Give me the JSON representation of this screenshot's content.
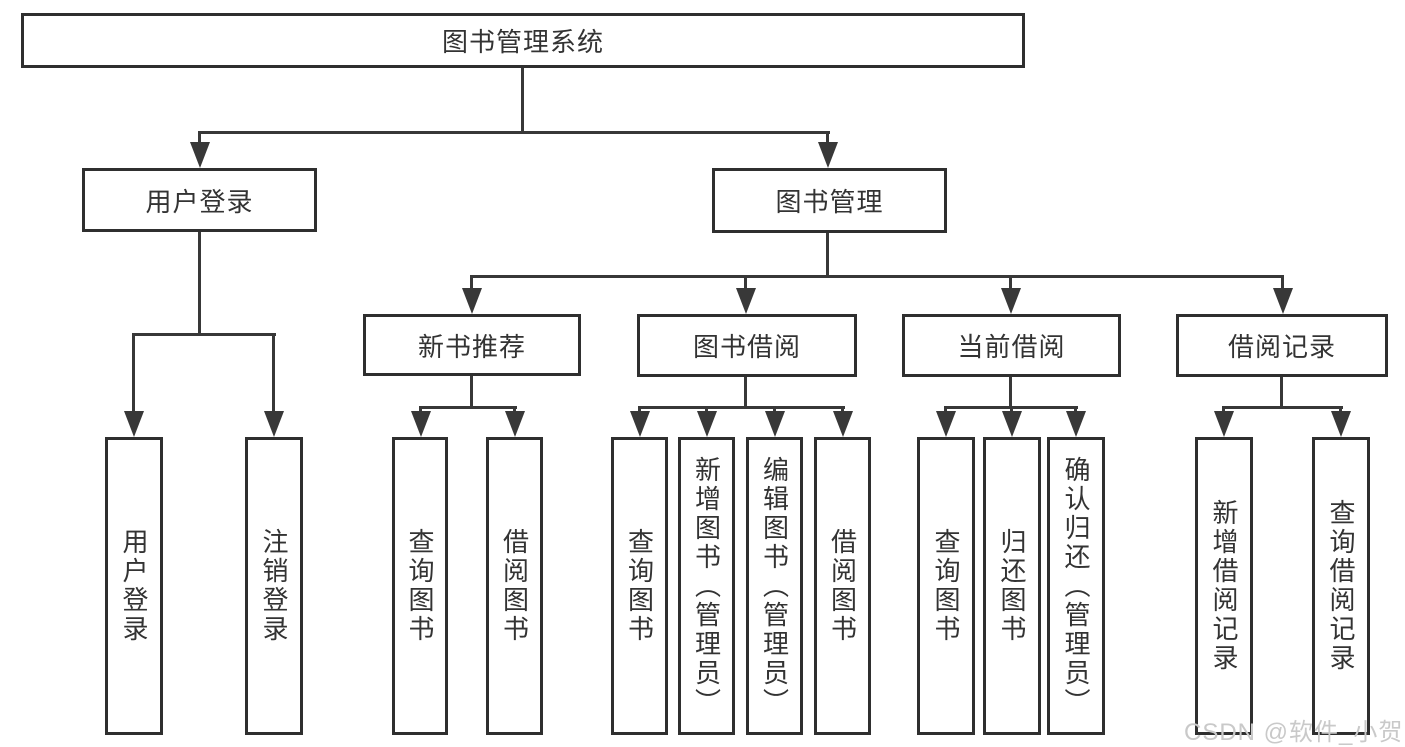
{
  "tree": {
    "root": {
      "label": "图书管理系统",
      "children": [
        {
          "label": "用户登录",
          "children": [
            {
              "label": "用户登录"
            },
            {
              "label": "注销登录"
            }
          ]
        },
        {
          "label": "图书管理",
          "children": [
            {
              "label": "新书推荐",
              "children": [
                {
                  "label": "查询图书"
                },
                {
                  "label": "借阅图书"
                }
              ]
            },
            {
              "label": "图书借阅",
              "children": [
                {
                  "label": "查询图书"
                },
                {
                  "label": "新增图书（管理员）"
                },
                {
                  "label": "编辑图书（管理员）"
                },
                {
                  "label": "借阅图书"
                }
              ]
            },
            {
              "label": "当前借阅",
              "children": [
                {
                  "label": "查询图书"
                },
                {
                  "label": "归还图书"
                },
                {
                  "label": "确认归还（管理员）"
                }
              ]
            },
            {
              "label": "借阅记录",
              "children": [
                {
                  "label": "新增借阅记录"
                },
                {
                  "label": "查询借阅记录"
                }
              ]
            }
          ]
        }
      ]
    }
  },
  "watermark": {
    "text": "CSDN @软件_小贺同学",
    "color": "#c9c9c9"
  },
  "colors": {
    "line": "#383838",
    "node_border": "#2f2f2f",
    "text": "#333333",
    "background": "#ffffff"
  }
}
